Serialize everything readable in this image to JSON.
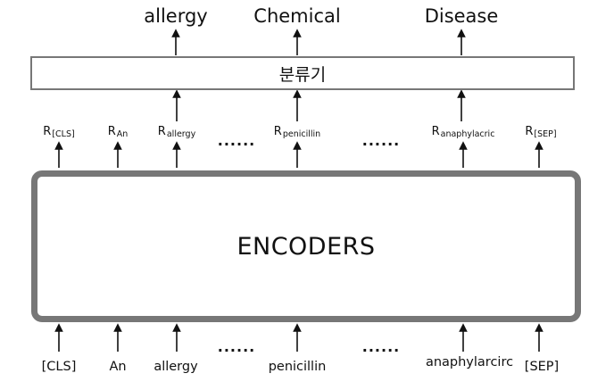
{
  "outputs": [
    "allergy",
    "Chemical",
    "Disease"
  ],
  "classifier_label": "분류기",
  "encoder_label": "ENCODERS",
  "representations": [
    {
      "base": "R",
      "sub": "[CLS]"
    },
    {
      "base": "R",
      "sub": "An"
    },
    {
      "base": "R",
      "sub": "allergy"
    },
    {
      "base": "R",
      "sub": "penicillin"
    },
    {
      "base": "R",
      "sub": "anaphylacric"
    },
    {
      "base": "R",
      "sub": "[SEP]"
    }
  ],
  "tokens": [
    "[CLS]",
    "An",
    "allergy",
    "penicillin",
    "anaphylarcirc",
    "[SEP]"
  ],
  "ellipsis": "......"
}
